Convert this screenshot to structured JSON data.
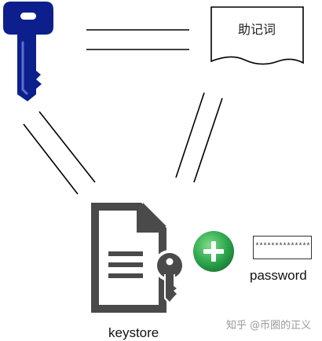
{
  "mnemonic_label": "助记词",
  "password_mask": "**************",
  "password_label": "password",
  "keystore_label": "keystore",
  "watermark": "知乎 @币圈的正义",
  "colors": {
    "key": "#0d1f8c",
    "plus": "#2fa84f",
    "doc": "#4a4a4a",
    "line": "#000000"
  },
  "icons": [
    "private-key-icon",
    "mnemonic-document-icon",
    "keystore-file-icon",
    "plus-icon",
    "password-field"
  ]
}
